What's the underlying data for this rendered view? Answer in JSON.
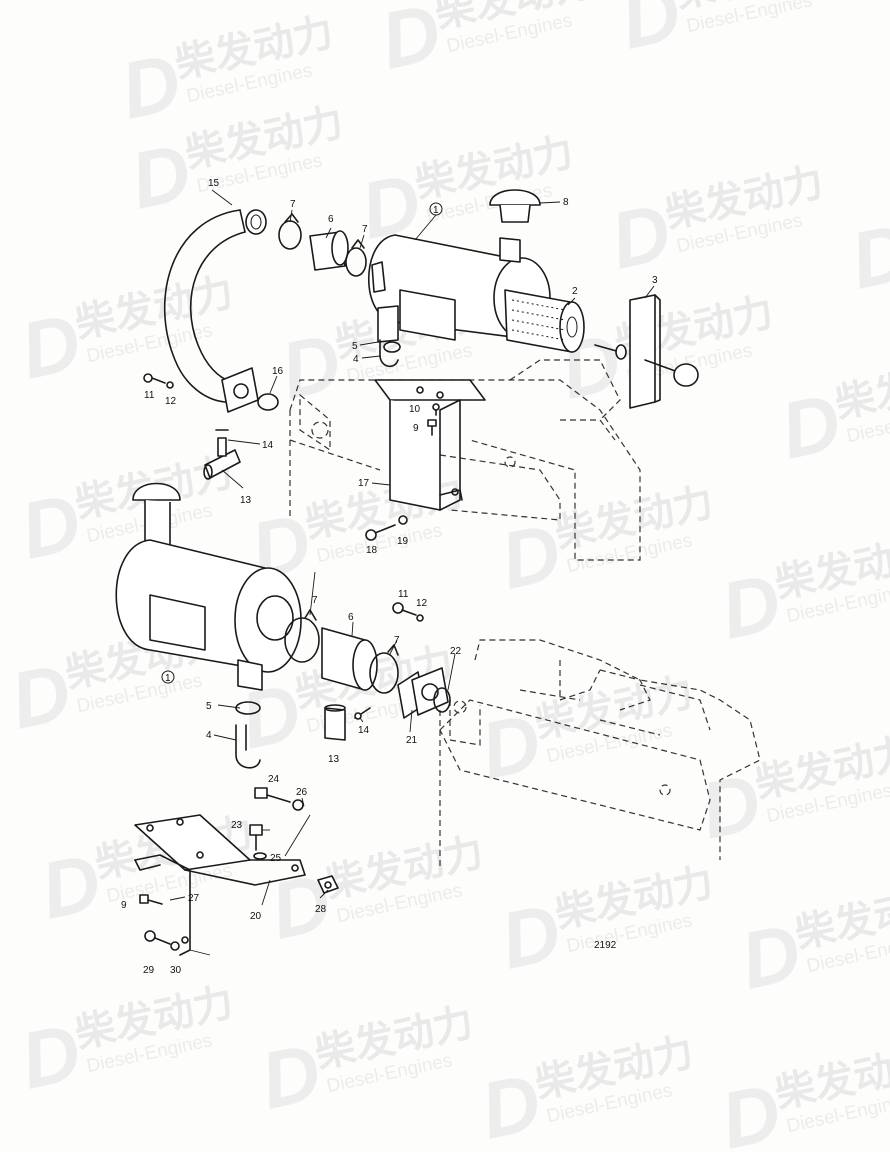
{
  "drawing_number": "2192",
  "watermark": {
    "cn": "柴发动力",
    "en": "Diesel-Engines",
    "logo": "D"
  },
  "part_numbers": {
    "p1": "1",
    "p2": "2",
    "p3": "3",
    "p4": "4",
    "p5": "5",
    "p6": "6",
    "p7": "7",
    "p8": "8",
    "p9": "9",
    "p10": "10",
    "p11": "11",
    "p12": "12",
    "p13": "13",
    "p14": "14",
    "p15": "15",
    "p16": "16",
    "p17": "17",
    "p18": "18",
    "p19": "19",
    "p20": "20",
    "p21": "21",
    "p22": "22",
    "p23": "23",
    "p24": "24",
    "p25": "25",
    "p26": "26",
    "p27": "27",
    "p28": "28",
    "p29": "29",
    "p30": "30"
  }
}
